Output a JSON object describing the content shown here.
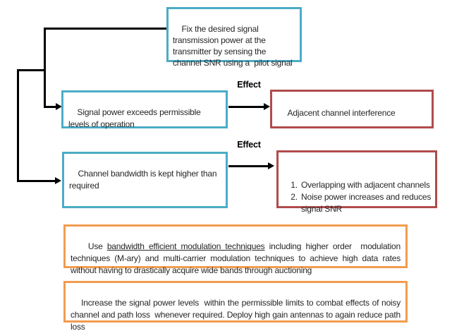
{
  "colors": {
    "teal_border": "#4bacc6",
    "red_border": "#b04c4c",
    "orange_border": "#f29c50",
    "line_black": "#000000",
    "text": "#262626"
  },
  "flowchart": {
    "root_cause": "Fix the desired signal\ntransmission power at the\ntransmitter by sensing the\nchannel SNR using a  pilot signal",
    "effect_label_1": "Effect",
    "effect_label_2": "Effect",
    "cause_1": "Signal power exceeds permissible levels of operation",
    "effect_1": "Adjacent channel interference",
    "cause_2": "Channel bandwidth is kept higher than required",
    "effect_2_items": [
      "Overlapping with adjacent channels",
      "Noise power increases and reduces signal SNR"
    ],
    "remedy_1": {
      "prefix": "Use ",
      "underlined": "bandwidth efficient modulation techniques",
      "suffix": " including higher order  modulation techniques (M-ary) and multi-carrier modulation techniques to achieve high data rates without having to drastically acquire wide bands through auctioning"
    },
    "remedy_2": "Increase the signal power levels  within the permissible limits to combat effects of noisy channel and path loss  whenever required. Deploy high gain antennas to again reduce path loss"
  }
}
